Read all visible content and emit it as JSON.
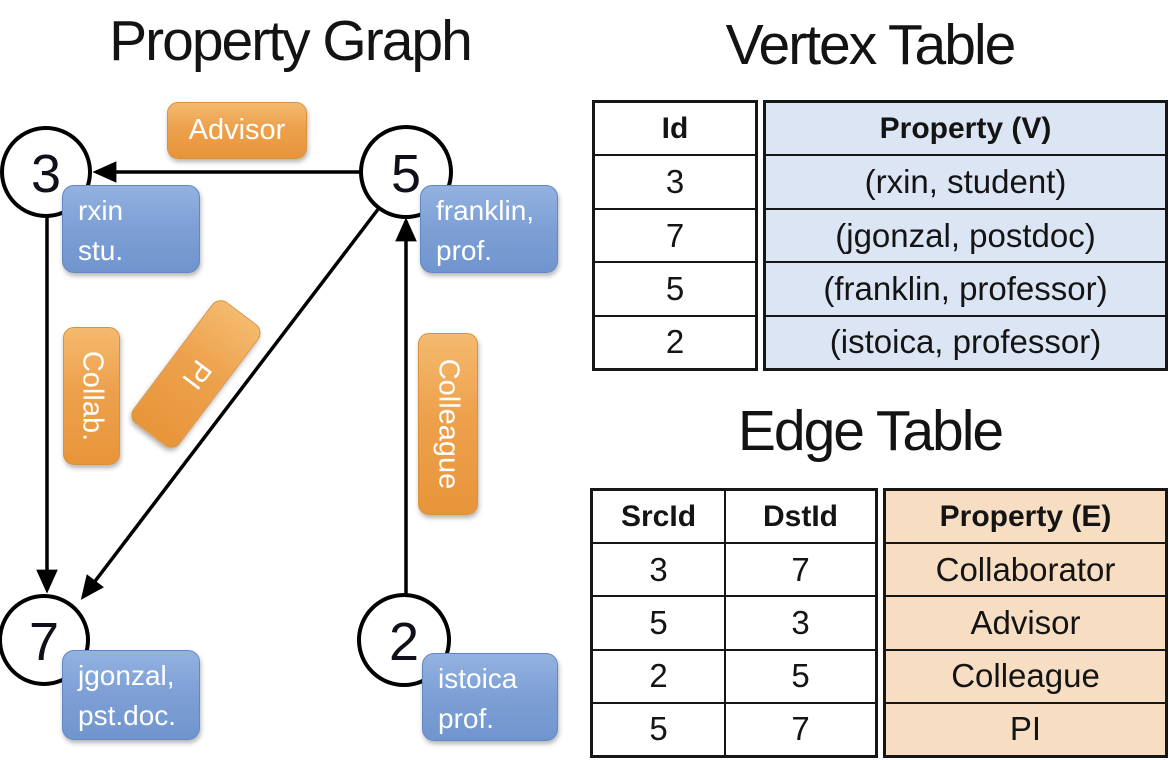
{
  "colors": {
    "edge_label_orange": "#eb9c43",
    "vertex_box_blue": "#7d9fd5",
    "vertex_table_bg": "#dce5f3",
    "edge_table_bg": "#f7ddc2",
    "line_black": "#000000"
  },
  "graph": {
    "title": "Property Graph",
    "nodes": {
      "n3": "3",
      "n5": "5",
      "n7": "7",
      "n2": "2"
    },
    "edge_labels": {
      "advisor": "Advisor",
      "collab": "Collab.",
      "pi": "PI",
      "colleague": "Colleague"
    },
    "vertex_props": {
      "rxin": {
        "line1": "rxin",
        "line2": "stu."
      },
      "franklin": {
        "line1": "franklin,",
        "line2": "prof."
      },
      "jgonzal": {
        "line1": "jgonzal,",
        "line2": "pst.doc."
      },
      "istoica": {
        "line1": "istoica",
        "line2": "prof."
      }
    }
  },
  "vertex_table": {
    "title": "Vertex Table",
    "headers": {
      "id": "Id",
      "property": "Property (V)"
    },
    "rows": [
      {
        "id": "3",
        "property": "(rxin, student)"
      },
      {
        "id": "7",
        "property": "(jgonzal, postdoc)"
      },
      {
        "id": "5",
        "property": "(franklin, professor)"
      },
      {
        "id": "2",
        "property": "(istoica, professor)"
      }
    ]
  },
  "edge_table": {
    "title": "Edge Table",
    "headers": {
      "src": "SrcId",
      "dst": "DstId",
      "property": "Property (E)"
    },
    "rows": [
      {
        "src": "3",
        "dst": "7",
        "property": "Collaborator"
      },
      {
        "src": "5",
        "dst": "3",
        "property": "Advisor"
      },
      {
        "src": "2",
        "dst": "5",
        "property": "Colleague"
      },
      {
        "src": "5",
        "dst": "7",
        "property": "PI"
      }
    ]
  }
}
